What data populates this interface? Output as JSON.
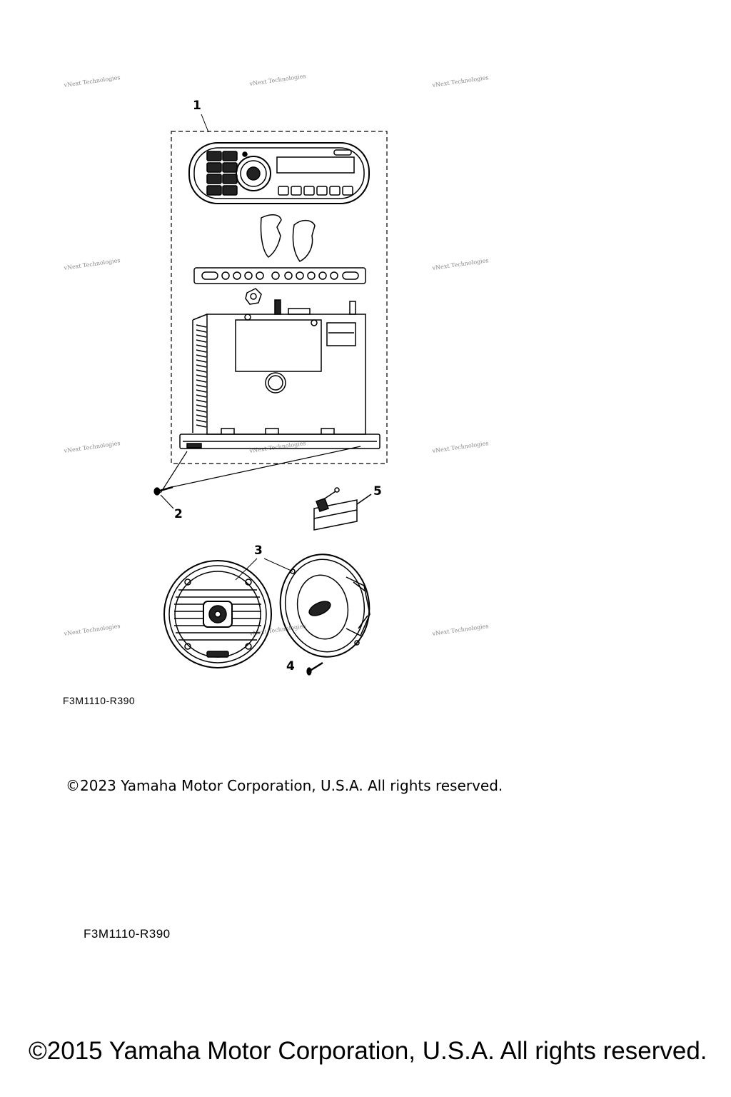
{
  "callouts": {
    "stereo_unit": "1",
    "screw": "2",
    "speakers": "3",
    "speaker_screw": "4",
    "remote_plug": "5"
  },
  "watermark": {
    "line1": "vNext Technologies",
    "line2": "Technologies"
  },
  "diagram_code_top": "F3M1110-R390",
  "copyright_top": "©2023 Yamaha Motor Corporation, U.S.A. All rights reserved.",
  "diagram_code_bottom": "F3M1110-R390",
  "copyright_bottom": "©2015 Yamaha Motor Corporation, U.S.A. All rights reserved."
}
